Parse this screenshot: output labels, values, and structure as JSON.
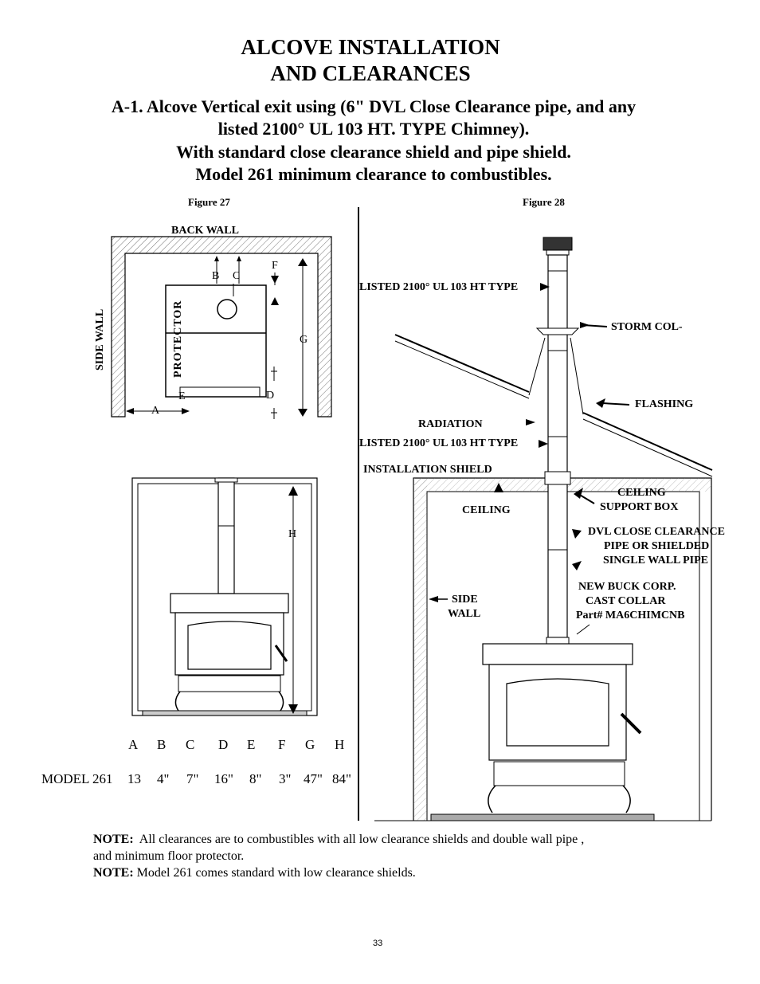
{
  "title": {
    "line1": "ALCOVE INSTALLATION",
    "line2": "AND CLEARANCES"
  },
  "subtitle": {
    "line1": "A-1.  Alcove Vertical exit using (6\" DVL Close Clearance pipe, and any",
    "line2": "listed 2100° UL 103 HT. TYPE Chimney).",
    "line3": "With standard close clearance shield and pipe shield.",
    "line4": "Model 261 minimum clearance to combustibles."
  },
  "figure27": {
    "caption": "Figure 27",
    "back_wall": "BACK WALL",
    "side_wall": "SIDE WALL",
    "protector": "PROTECTOR",
    "letters": {
      "a": "A",
      "b": "B",
      "c": "C",
      "d": "D",
      "e": "E",
      "f": "F",
      "g": "G",
      "h": "H"
    }
  },
  "figure28": {
    "caption": "Figure 28",
    "listed_top": "LISTED 2100° UL 103 HT TYPE",
    "storm_collar": "STORM COL-",
    "flashing": "FLASHING",
    "radiation": "RADIATION",
    "listed_bottom": "LISTED 2100° UL 103 HT TYPE",
    "installation_shield": "INSTALLATION  SHIELD",
    "ceiling_support_box_1": "CEILING",
    "ceiling_support_box_2": "SUPPORT BOX",
    "ceiling": "CEILING",
    "dvl_1": "DVL CLOSE CLEARANCE",
    "dvl_2": "PIPE  OR SHIELDED",
    "dvl_3": "SINGLE WALL PIPE",
    "side_wall_1": "SIDE",
    "side_wall_2": "WALL",
    "collar_1": "NEW BUCK CORP.",
    "collar_2": "CAST COLLAR",
    "collar_3": "Part# MA6CHIMCNB"
  },
  "clearance_table": {
    "headers": [
      "A",
      "B",
      "C",
      "D",
      "E",
      "F",
      "G",
      "H"
    ],
    "model": "MODEL 261",
    "values": [
      "13",
      "4\"",
      "7\"",
      "16\"",
      "8\"",
      "3\"",
      "47\"",
      "84\""
    ]
  },
  "notes": {
    "label1": "NOTE:",
    "text1a": "All clearances are to combustibles with all low clearance shields and double wall pipe ,",
    "text1b": "and minimum floor protector.",
    "label2": "NOTE:",
    "text2": "Model 261 comes standard with low clearance shields."
  },
  "page_number": "33"
}
